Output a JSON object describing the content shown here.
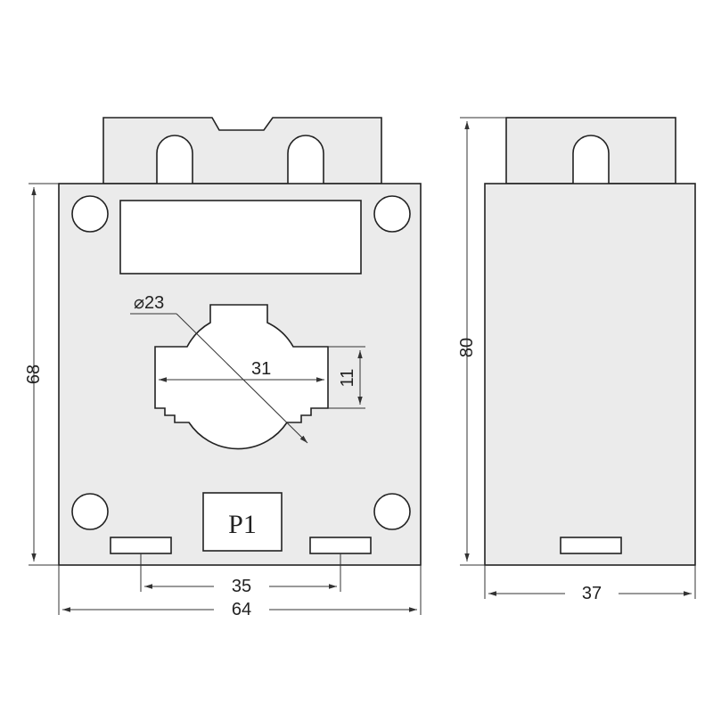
{
  "dimensions": {
    "bore_diameter": "⌀23",
    "window_width": "31",
    "window_height": "11",
    "front_height": "68",
    "side_height": "80",
    "terminal_spacing": "35",
    "front_width": "64",
    "side_depth": "37"
  },
  "terminal_label": "P1",
  "colors": {
    "body": "#ebebeb",
    "line": "#222222"
  }
}
